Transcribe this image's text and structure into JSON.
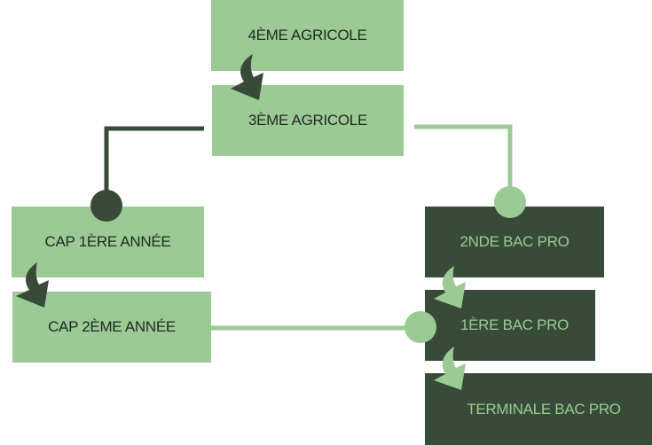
{
  "colors": {
    "light": "#9bca94",
    "dark": "#374b38"
  },
  "nodes": {
    "quatrieme": "4ÈME AGRICOLE",
    "troisieme": "3ÈME AGRICOLE",
    "cap1": "CAP 1ÈRE ANNÉE",
    "cap2": "CAP 2ÈME ANNÉE",
    "seconde": "2NDE BAC PRO",
    "premiere": "1ÈRE BAC PRO",
    "terminale": "TERMINALE BAC PRO"
  }
}
